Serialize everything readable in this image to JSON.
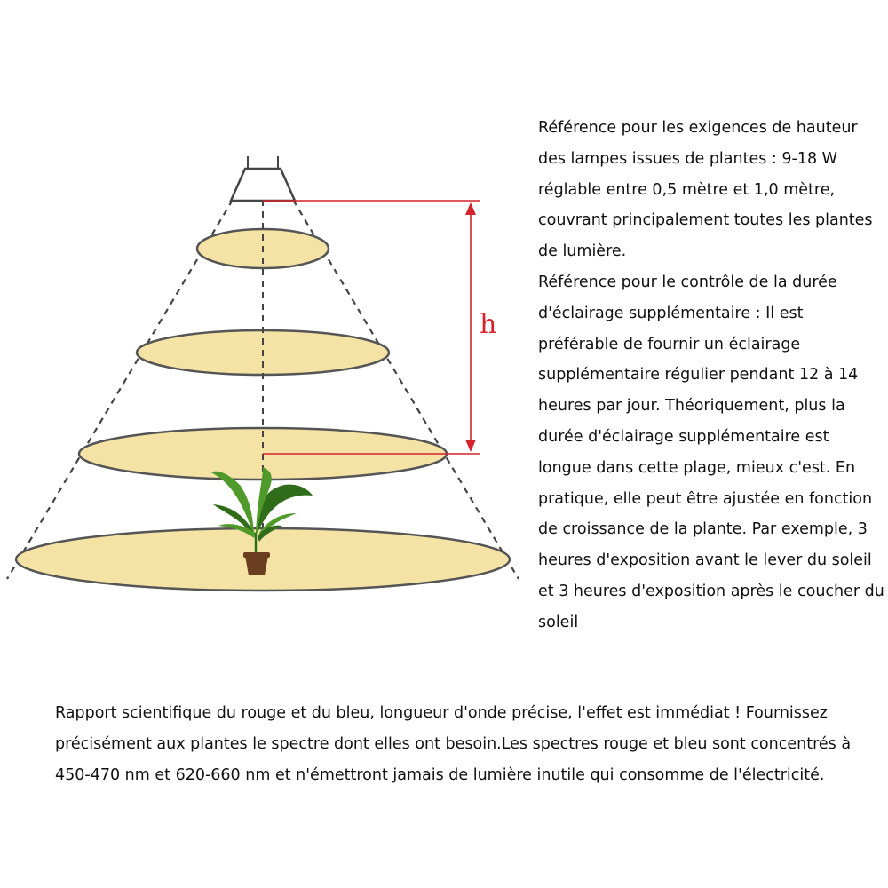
{
  "diagram": {
    "height_label": "h",
    "colors": {
      "disc_fill": "#f5e3a6",
      "disc_stroke": "#555555",
      "cone_line": "#444444",
      "measure_line": "#d4232b",
      "plant_leaf": "#4f9a2a",
      "plant_leaf_dark": "#2f6d1a",
      "pot": "#6b3e21"
    },
    "icons": [
      "lamp-shade-icon",
      "plant-icon"
    ]
  },
  "right_text": {
    "para1": "Référence pour les exigences de hauteur des lampes issues de plantes : 9-18 W réglable entre 0,5 mètre et 1,0 mètre, couvrant principalement toutes les plantes de lumière.",
    "para2": "Référence pour le contrôle de la durée d'éclairage supplémentaire : Il est préférable de fournir un éclairage supplémentaire régulier pendant 12 à 14 heures par jour. Théoriquement, plus la durée d'éclairage supplémentaire est longue dans cette plage, mieux c'est. En pratique, elle peut être ajustée en fonction de croissance de la plante. Par exemple, 3 heures d'exposition avant le lever du soleil et 3 heures d'exposition après le coucher du soleil"
  },
  "bottom_text": {
    "para1": "Rapport scientifique du rouge et du bleu, longueur d'onde précise, l'effet est immédiat ! Fournissez précisément aux plantes le spectre dont elles ont besoin.Les spectres rouge et bleu sont concentrés à 450-470 nm et 620-660 nm et n'émettront jamais de lumière inutile qui consomme de l'électricité."
  }
}
